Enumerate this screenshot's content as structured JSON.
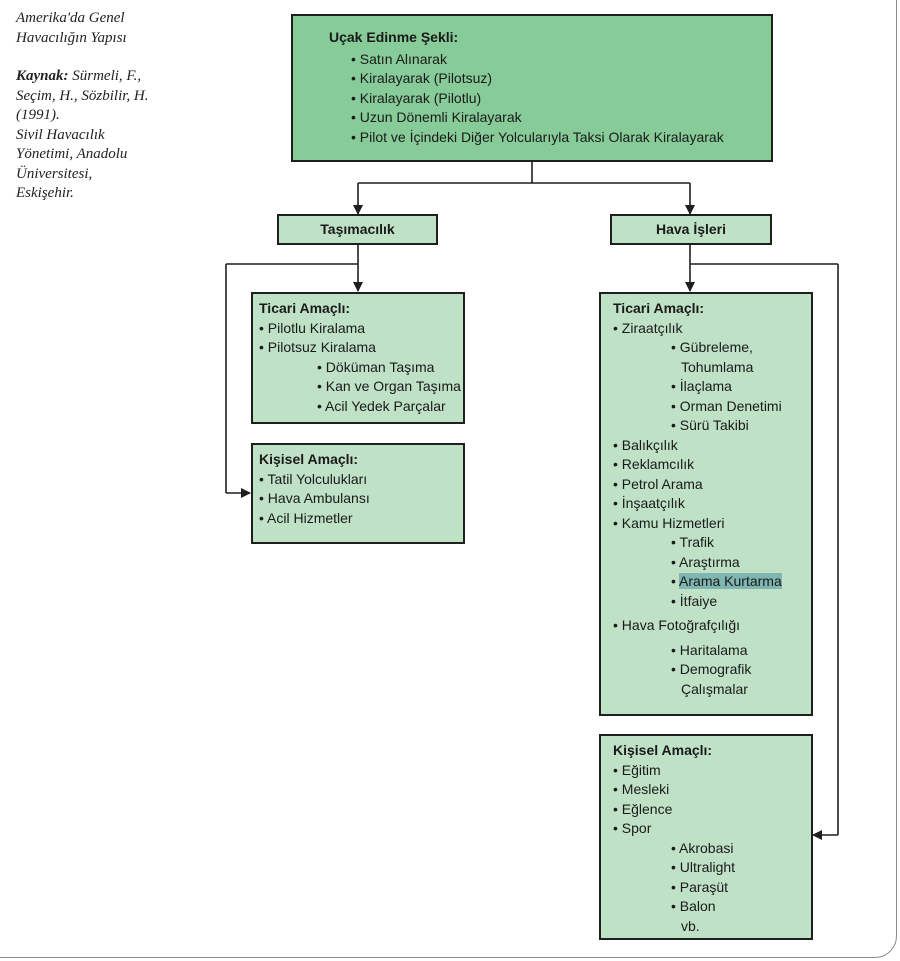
{
  "caption": {
    "title_line1": "Amerika'da Genel",
    "title_line2": "Havacılığın Yapısı",
    "source_label": "Kaynak:",
    "source_line1": " Sürmeli, F.,",
    "source_line2": "Seçim, H., Sözbilir, H.",
    "source_line3": "(1991).",
    "source_line4": "Sivil Havacılık",
    "source_line5": "Yönetimi, Anadolu",
    "source_line6": "Üniversitesi,",
    "source_line7": "Eskişehir."
  },
  "acquisition": {
    "title": "Uçak Edinme Şekli:",
    "items": [
      "• Satın Alınarak",
      "• Kiralayarak (Pilotsuz)",
      "• Kiralayarak (Pilotlu)",
      "• Uzun Dönemli Kiralayarak",
      "• Pilot ve İçindeki Diğer Yolcularıyla Taksi Olarak Kiralayarak"
    ]
  },
  "branches": {
    "transport": "Taşımacılık",
    "aerial_work": "Hava İşleri"
  },
  "transport_commercial": {
    "title": "Ticari Amaçlı:",
    "items": [
      "• Pilotlu Kiralama",
      "• Pilotsuz Kiralama"
    ],
    "subitems": [
      "• Döküman Taşıma",
      "• Kan ve Organ Taşıma",
      "• Acil Yedek Parçalar"
    ]
  },
  "transport_personal": {
    "title": "Kişisel Amaçlı:",
    "items": [
      "• Tatil Yolculukları",
      "• Hava Ambulansı",
      "• Acil Hizmetler"
    ]
  },
  "aerial_commercial": {
    "title": "Ticari Amaçlı:",
    "agriculture": "• Ziraatçılık",
    "agri_sub1": "• Gübreleme,",
    "agri_sub1_cont": "Tohumlama",
    "agri_sub2": "• İlaçlama",
    "agri_sub3": "• Orman Denetimi",
    "agri_sub4": "• Sürü Takibi",
    "fishery": "• Balıkçılık",
    "advertising": "• Reklamcılık",
    "petroleum": "• Petrol Arama",
    "construction": "• İnşaatçılık",
    "public": "• Kamu Hizmetleri",
    "public_sub1": "• Trafik",
    "public_sub2": "• Araştırma",
    "public_sub3_bullet": "• ",
    "public_sub3": "Arama Kurtarma",
    "public_sub4": "• İtfaiye",
    "photo": "• Hava Fotoğrafçılığı",
    "photo_sub1": "• Haritalama",
    "photo_sub2": "• Demografik",
    "photo_sub2_cont": "Çalışmalar"
  },
  "aerial_personal": {
    "title": "Kişisel Amaçlı:",
    "items": [
      "• Eğitim",
      "• Mesleki",
      "• Eğlence",
      "• Spor"
    ],
    "subitems": [
      "• Akrobasi",
      "• Ultralight",
      "• Paraşüt",
      "• Balon"
    ],
    "etc": "vb."
  },
  "colors": {
    "top_box": "#86cb98",
    "box": "#bfe1c6",
    "highlight": "#7fb6b1"
  }
}
